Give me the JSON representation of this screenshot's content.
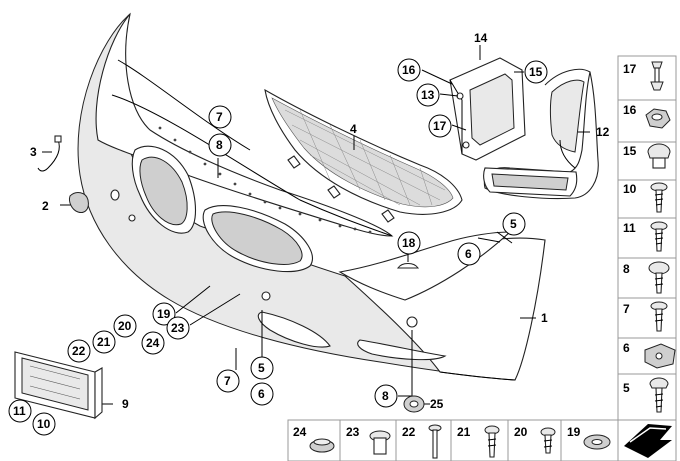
{
  "labels": {
    "l1": "1",
    "l2": "2",
    "l3": "3",
    "l4": "4",
    "l5a": "5",
    "l5b": "5",
    "l6a": "6",
    "l6b": "6",
    "l7a": "7",
    "l7b": "7",
    "l8a": "8",
    "l8b": "8",
    "l9": "9",
    "l10": "10",
    "l11": "11",
    "l12": "12",
    "l13": "13",
    "l14": "14",
    "l15": "15",
    "l16": "16",
    "l17": "17",
    "l18": "18",
    "l19": "19",
    "l20": "20",
    "l21": "21",
    "l22": "22",
    "l23": "23",
    "l24": "24",
    "l25": "25"
  },
  "right_panel": [
    "17",
    "16",
    "15",
    "10",
    "11",
    "8",
    "7",
    "6",
    "5"
  ],
  "bottom_panel": [
    "24",
    "23",
    "22",
    "21",
    "20",
    "19"
  ]
}
